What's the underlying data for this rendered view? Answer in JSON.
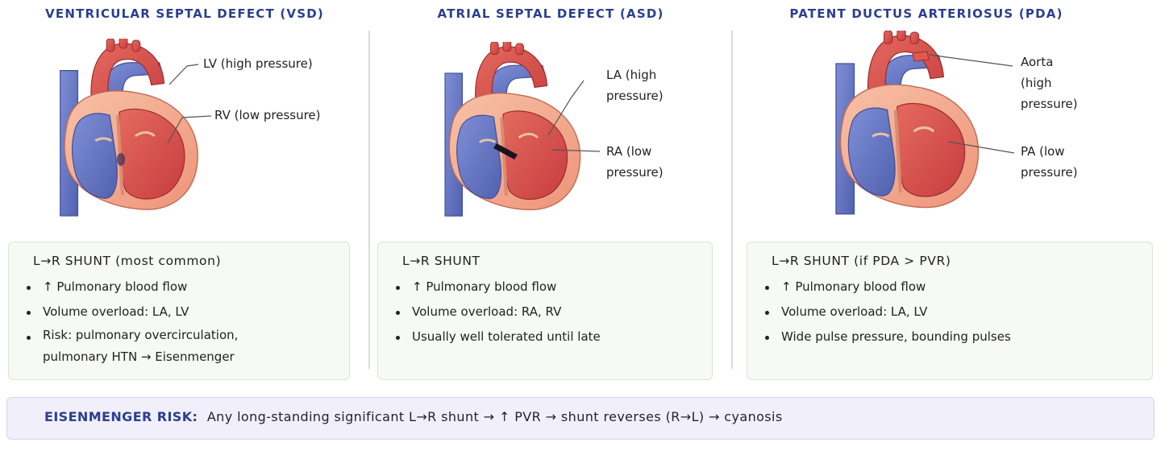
{
  "panels": [
    {
      "title": "VENTRICULAR SEPTAL DEFECT (VSD)",
      "labels": [
        "LV (high pressure)",
        "RV (low pressure)"
      ],
      "box": {
        "heading": "L→R SHUNT (most common)",
        "bullets": [
          "↑ Pulmonary blood flow",
          "Volume overload: LA, LV",
          "Risk: pulmonary overcirculation,",
          "pulmonary HTN → Eisenmenger"
        ]
      }
    },
    {
      "title": "ATRIAL SEPTAL DEFECT (ASD)",
      "labels": [
        "LA (high",
        "pressure)",
        "RA (low",
        "pressure)"
      ],
      "box": {
        "heading": "L→R SHUNT",
        "bullets": [
          "↑ Pulmonary blood flow",
          "Volume overload: RA, RV",
          "Usually well tolerated until late"
        ]
      }
    },
    {
      "title": "PATENT DUCTUS ARTERIOSUS (PDA)",
      "labels": [
        "Aorta",
        "(high",
        "pressure)",
        "PA (low",
        "pressure)"
      ],
      "box": {
        "heading": "L→R SHUNT (if PDA > PVR)",
        "bullets": [
          "↑ Pulmonary blood flow",
          "Volume overload: LA, LV",
          "Wide pulse pressure, bounding pulses"
        ]
      }
    }
  ],
  "footer": {
    "heading": "EISENMENGER RISK:",
    "text": "Any long-standing significant L→R shunt → ↑ PVR → shunt reverses (R→L) → cyanosis"
  },
  "colors": {
    "title": "#2b3f8f",
    "artery_red": "#d84b4b",
    "vein_blue": "#6a78c4",
    "myocardium": "#f2a58b",
    "box_bg": "#f6f9f4",
    "footer_bg": "#f1effa"
  }
}
